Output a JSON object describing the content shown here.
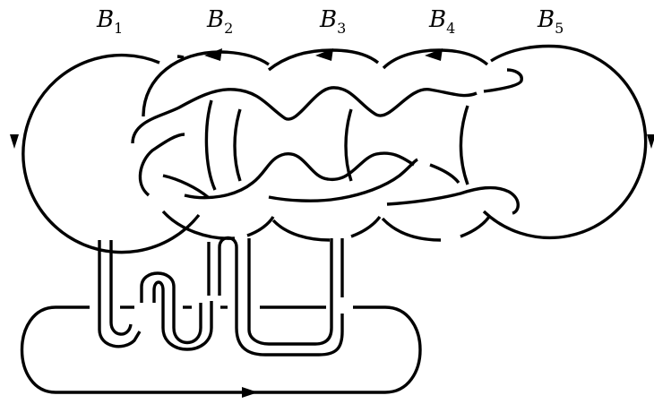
{
  "figure": {
    "labels": [
      {
        "base": "B",
        "sub": "1"
      },
      {
        "base": "B",
        "sub": "2"
      },
      {
        "base": "B",
        "sub": "3"
      },
      {
        "base": "B",
        "sub": "4"
      },
      {
        "base": "B",
        "sub": "5"
      }
    ],
    "components": [
      "B1",
      "B2",
      "B3",
      "B4",
      "B5",
      "band",
      "bottom-loop"
    ],
    "line_color": "#000000"
  }
}
